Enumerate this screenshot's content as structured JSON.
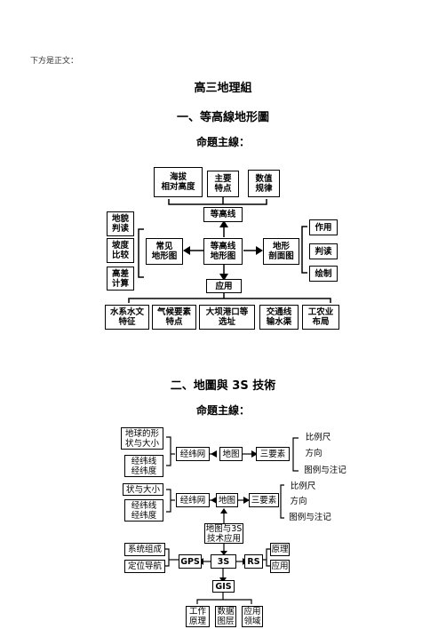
{
  "note": "下方是正文：",
  "title": "高三地理組",
  "section1": {
    "heading": "一、等高線地形圖",
    "sub": "命題主線：",
    "boxes": {
      "altitude": "海拔\n相对高度",
      "features": "主要\n特点",
      "values": "数值\n规律",
      "contour": "等高线",
      "landform_judge": "地貌\n判读",
      "slope": "坡度\n比较",
      "elev_diff": "高差\n计算",
      "common_landforms": "常见\n地形图",
      "contour_map": "等高线\n地形图",
      "profile": "地形\n剖面图",
      "use": "作用",
      "judge": "判读",
      "draw": "绘制",
      "apply": "应用",
      "water": "水系水文\n特征",
      "climate": "气候要素\n特点",
      "dam": "大坝港口等\n选址",
      "transport": "交通线\n输水渠",
      "industry": "工农业\n布局"
    }
  },
  "section2": {
    "heading": "二、地圖與 3S 技術",
    "sub": "命題主線：",
    "upper": {
      "earth_shape": "地球的形\n状与大小",
      "lat_long": "经纬线\n经纬度",
      "grid": "经纬网",
      "map": "地图",
      "three_elements": "三要素",
      "scale": "比例尺",
      "direction": "方向",
      "legend": "图例与注记"
    },
    "lower": {
      "shape_size": "状与大小",
      "lat_long": "经纬线\n经纬度",
      "grid": "经纬网",
      "map": "地图",
      "three_elements": "三要素",
      "scale": "比例尺",
      "direction": "方向",
      "legend": "图例与注记",
      "map_3s": "地图与3S\n技术应用",
      "system": "系统组成",
      "nav": "定位导航",
      "gps": "GPS",
      "three_s": "3S",
      "rs": "RS",
      "principle": "原理",
      "application": "应用",
      "gis": "GIS",
      "work": "工作\n原理",
      "data": "数据\n图层",
      "fields": "应用\n领域"
    }
  }
}
